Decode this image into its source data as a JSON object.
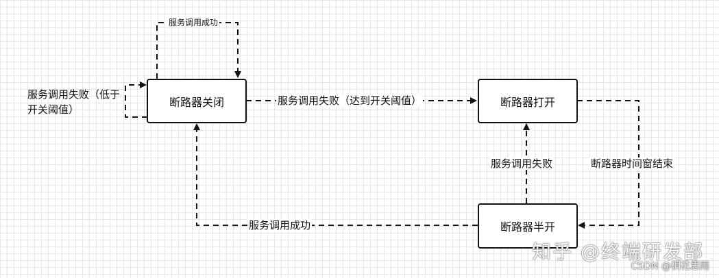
{
  "nodes": {
    "closed": "断路器关闭",
    "open": "断路器打开",
    "half_open": "断路器半开"
  },
  "edges": {
    "closed_self_success": "服务调用成功",
    "closed_self_failure": "服务调用失败（低于开关阈值）",
    "closed_to_open": "服务调用失败（达到开关阈值）",
    "open_to_half_open": "断路器时间窗结束",
    "half_open_to_open": "服务调用失败",
    "half_open_to_closed": "服务调用成功"
  },
  "watermark": {
    "main": "知乎 @终端研发部",
    "sub": "CSDN @桐花思雨"
  }
}
